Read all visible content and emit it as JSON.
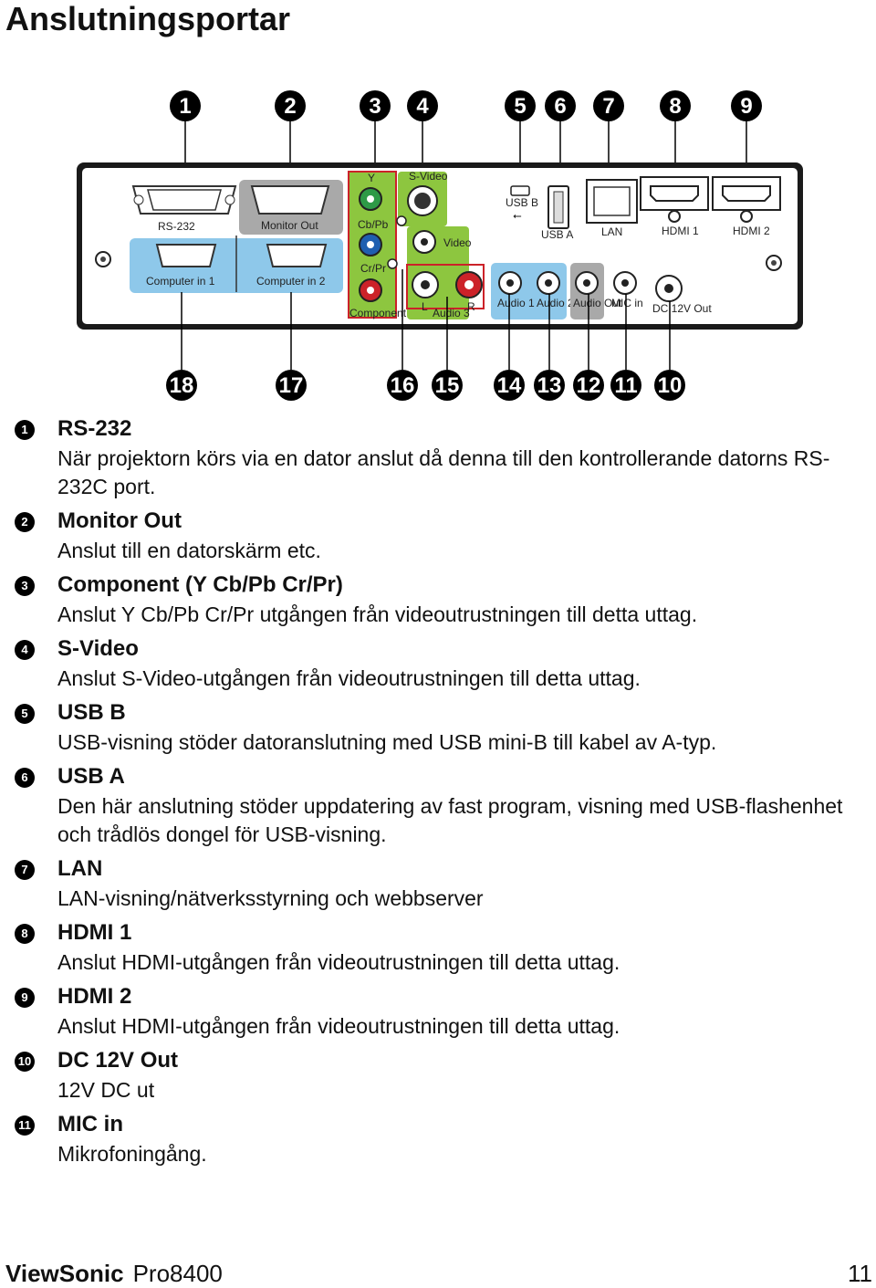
{
  "page": {
    "title": "Anslutningsportar"
  },
  "diagram": {
    "port_labels": {
      "rs232": "RS-232",
      "monitor_out": "Monitor Out",
      "computer_in_1": "Computer in 1",
      "computer_in_2": "Computer in 2",
      "y": "Y",
      "cbpb": "Cb/Pb",
      "crpr": "Cr/Pr",
      "component": "Component",
      "svideo": "S-Video",
      "video": "Video",
      "audio3_l": "L",
      "audio3_r": "R",
      "audio3": "Audio 3",
      "usb_b": "USB B",
      "usb_a": "USB A",
      "lan": "LAN",
      "hdmi1": "HDMI 1",
      "hdmi2": "HDMI 2",
      "audio1": "Audio 1",
      "audio2": "Audio 2",
      "audio_out": "Audio Out",
      "mic_in": "MIC in",
      "dc12v_out": "DC 12V Out"
    },
    "callouts_top": [
      "1",
      "2",
      "3",
      "4",
      "5",
      "6",
      "7",
      "8",
      "9"
    ],
    "callouts_bottom": [
      "18",
      "17",
      "16",
      "15",
      "14",
      "13",
      "12",
      "11",
      "10"
    ],
    "colors": {
      "green": "#8dc63f",
      "blue": "#8ec8ea",
      "gray": "#a9a9a9",
      "red": "#cc2229",
      "panel": "#1a1a1a"
    }
  },
  "items": [
    {
      "num": "1",
      "title": "RS-232",
      "desc": "När projektorn körs via en dator anslut då denna till den kontrollerande datorns RS-232C port."
    },
    {
      "num": "2",
      "title": "Monitor Out",
      "desc": "Anslut till en datorskärm etc."
    },
    {
      "num": "3",
      "title": "Component (Y Cb/Pb Cr/Pr)",
      "desc": "Anslut Y Cb/Pb Cr/Pr utgången från videoutrustningen till detta uttag."
    },
    {
      "num": "4",
      "title": "S-Video",
      "desc": "Anslut S-Video-utgången från videoutrustningen till detta uttag."
    },
    {
      "num": "5",
      "title": "USB B",
      "desc": "USB-visning stöder datoranslutning med USB mini-B till kabel av A-typ."
    },
    {
      "num": "6",
      "title": "USB A",
      "desc": "Den här anslutning stöder uppdatering av fast program, visning med USB-flashenhet och trådlös dongel för USB-visning."
    },
    {
      "num": "7",
      "title": "LAN",
      "desc": "LAN-visning/nätverksstyrning och webbserver"
    },
    {
      "num": "8",
      "title": "HDMI 1",
      "desc": "Anslut HDMI-utgången från videoutrustningen till detta uttag."
    },
    {
      "num": "9",
      "title": "HDMI 2",
      "desc": "Anslut HDMI-utgången från videoutrustningen till detta uttag."
    },
    {
      "num": "10",
      "title": "DC 12V Out",
      "desc": "12V DC ut"
    },
    {
      "num": "11",
      "title": "MIC in",
      "desc": "Mikrofoningång."
    }
  ],
  "footer": {
    "brand": "ViewSonic",
    "model": "Pro8400",
    "page_number": "11"
  }
}
